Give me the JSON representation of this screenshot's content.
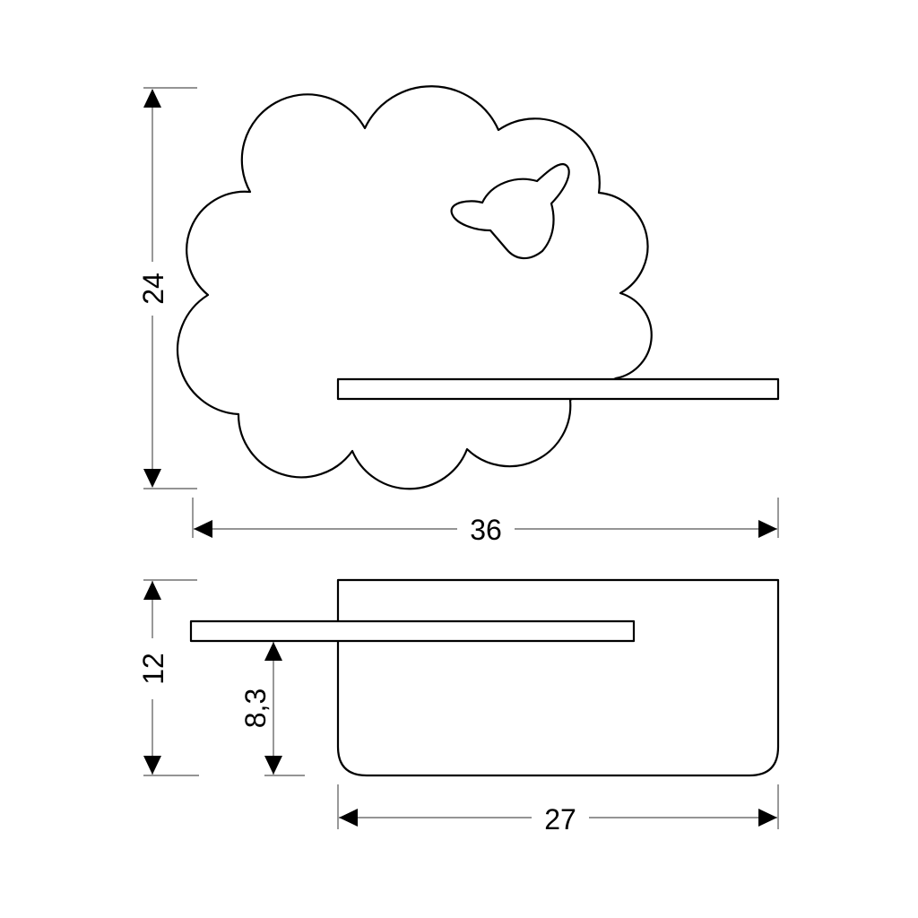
{
  "dimensions": {
    "front_height": "24",
    "front_width": "36",
    "side_height": "12",
    "shelf_height": "8,3",
    "side_depth": "27"
  },
  "colors": {
    "line": "#000000",
    "dimension_line": "#555555",
    "background": "#ffffff"
  }
}
